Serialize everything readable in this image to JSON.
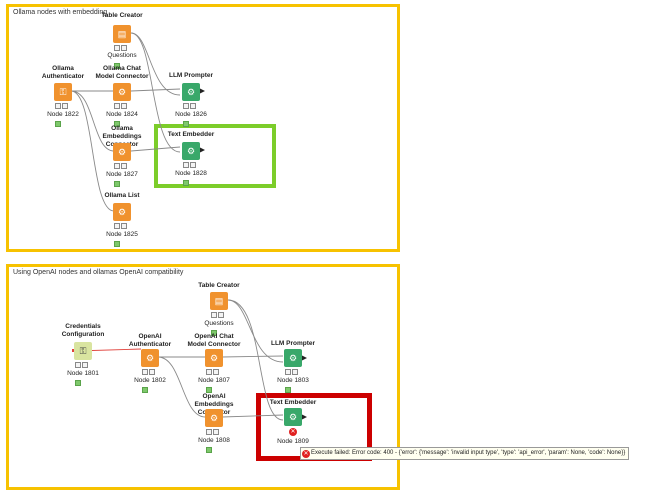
{
  "annotations": [
    {
      "title": "Ollama nodes with embedding",
      "border": "#f7c200"
    },
    {
      "title": "Using OpenAI nodes and ollamas OpenAI compatibility",
      "border": "#f7c200"
    }
  ],
  "nodes": {
    "table_creator_1": {
      "title": "Table Creator",
      "label": "Questions",
      "color": "#f0922e",
      "glyph": "▤"
    },
    "ollama_auth": {
      "title": "Ollama\nAuthenticator",
      "label": "Node 1822",
      "color": "#f0922e",
      "glyph": "⚿"
    },
    "ollama_chat": {
      "title": "Ollama Chat\nModel Connector",
      "label": "Node 1824",
      "color": "#f0922e",
      "glyph": "⚙"
    },
    "llm_prompter_1": {
      "title": "LLM Prompter",
      "label": "Node 1826",
      "color": "#39a86a",
      "glyph": "⚙"
    },
    "ollama_embed": {
      "title": "Ollama Embeddings\nConnector",
      "label": "Node 1827",
      "color": "#f0922e",
      "glyph": "⚙"
    },
    "text_embedder_1": {
      "title": "Text Embedder",
      "label": "Node 1828",
      "color": "#39a86a",
      "glyph": "⚙"
    },
    "ollama_list": {
      "title": "Ollama List",
      "label": "Node 1825",
      "color": "#f0922e",
      "glyph": "⚙"
    },
    "table_creator_2": {
      "title": "Table Creator",
      "label": "Questions",
      "color": "#f0922e",
      "glyph": "▤"
    },
    "credentials": {
      "title": "Credentials\nConfiguration",
      "label": "Node 1801",
      "color": "#d9e4a0",
      "glyph": "⚿"
    },
    "openai_auth": {
      "title": "OpenAI\nAuthenticator",
      "label": "Node 1802",
      "color": "#f0922e",
      "glyph": "⚙"
    },
    "openai_chat": {
      "title": "OpenAI Chat\nModel Connector",
      "label": "Node 1807",
      "color": "#f0922e",
      "glyph": "⚙"
    },
    "llm_prompter_2": {
      "title": "LLM Prompter",
      "label": "Node 1803",
      "color": "#39a86a",
      "glyph": "⚙"
    },
    "openai_embed": {
      "title": "OpenAI Embeddings\nConnector",
      "label": "Node 1808",
      "color": "#f0922e",
      "glyph": "⚙"
    },
    "text_embedder_2": {
      "title": "Text Embedder",
      "label": "Node 1809",
      "color": "#39a86a",
      "glyph": "⚙",
      "status_error": true
    }
  },
  "highlights": {
    "success_color": "#7ccd2a",
    "error_color": "#cc0000"
  },
  "tooltip": {
    "text": "Execute failed: Error code: 400 - {'error': {'message': 'invalid input type', 'type': 'api_error', 'param': None, 'code': None}}"
  }
}
